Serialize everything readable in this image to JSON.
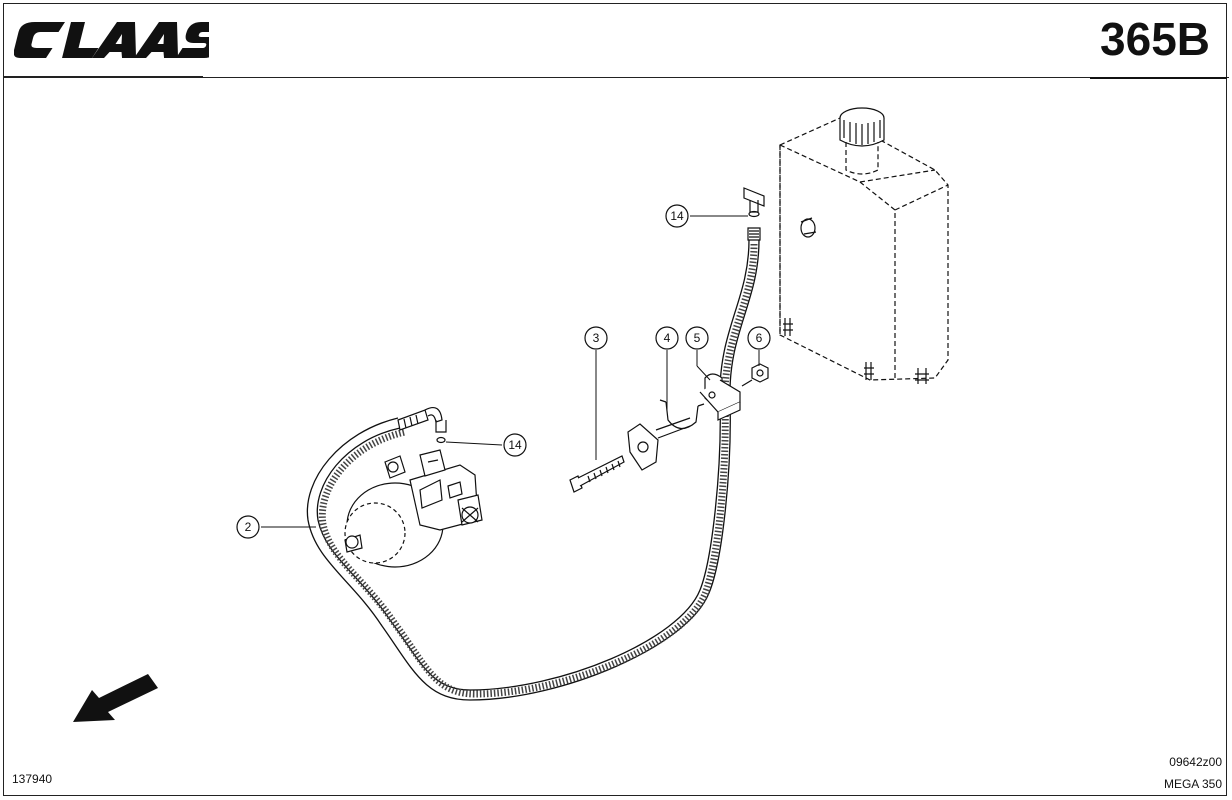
{
  "header": {
    "brand": "CLAAS",
    "page_number": "365B"
  },
  "callouts": [
    {
      "id": "2",
      "label": "2"
    },
    {
      "id": "3",
      "label": "3"
    },
    {
      "id": "4",
      "label": "4"
    },
    {
      "id": "5",
      "label": "5"
    },
    {
      "id": "6",
      "label": "6"
    },
    {
      "id": "14a",
      "label": "14"
    },
    {
      "id": "14b",
      "label": "14"
    }
  ],
  "footer": {
    "drawing_number": "137940",
    "sheet_code": "09642z00",
    "model": "MEGA 350"
  },
  "icons": {
    "direction_arrow": "direction-arrow-icon"
  },
  "colors": {
    "line": "#111111",
    "background": "#ffffff"
  }
}
